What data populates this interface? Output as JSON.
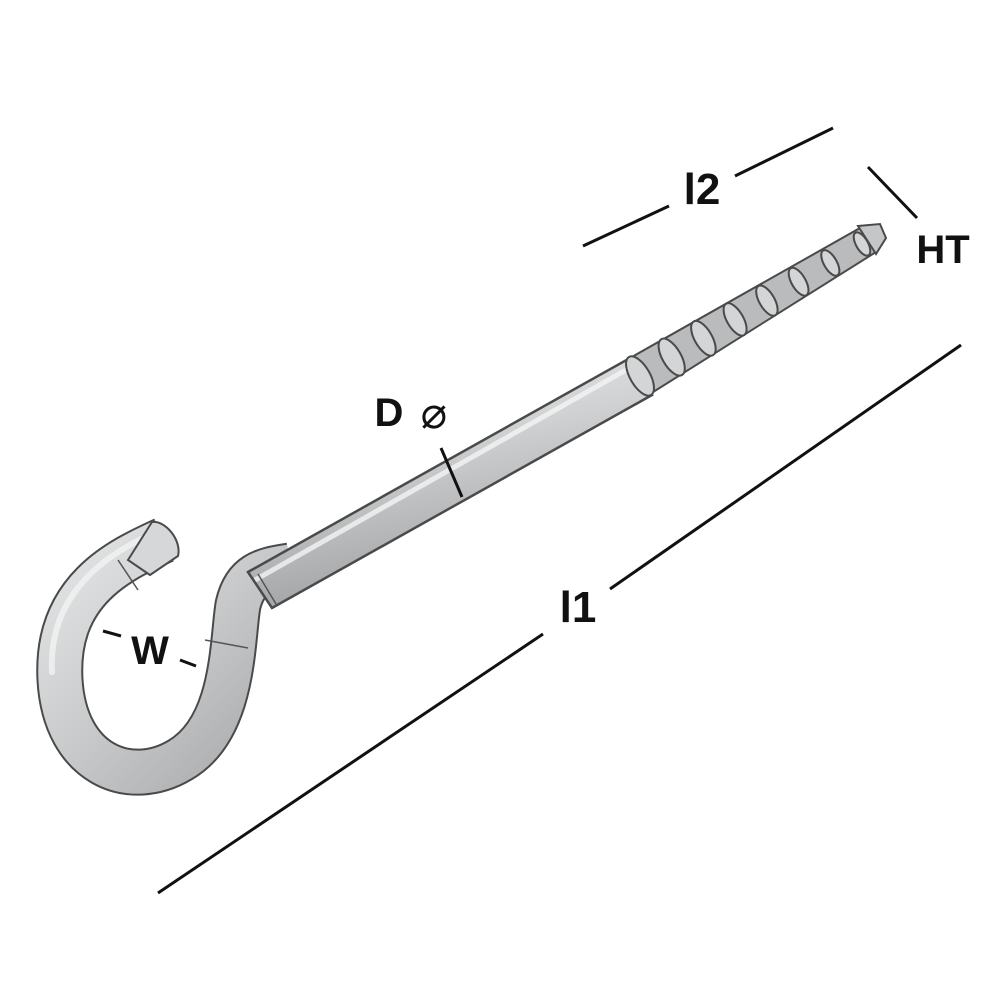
{
  "diagram": {
    "labels": {
      "l2": "l2",
      "ht": "HT",
      "d": "D",
      "diameter_symbol": "⌀",
      "l1": "l1",
      "w": "W"
    },
    "colors": {
      "background": "#ffffff",
      "metal_fill": "#c9cbcc",
      "metal_highlight": "#e6e7e8",
      "metal_shadow": "#9a9c9e",
      "outline": "#4a4a4a",
      "dimension_ink": "#111111"
    }
  }
}
